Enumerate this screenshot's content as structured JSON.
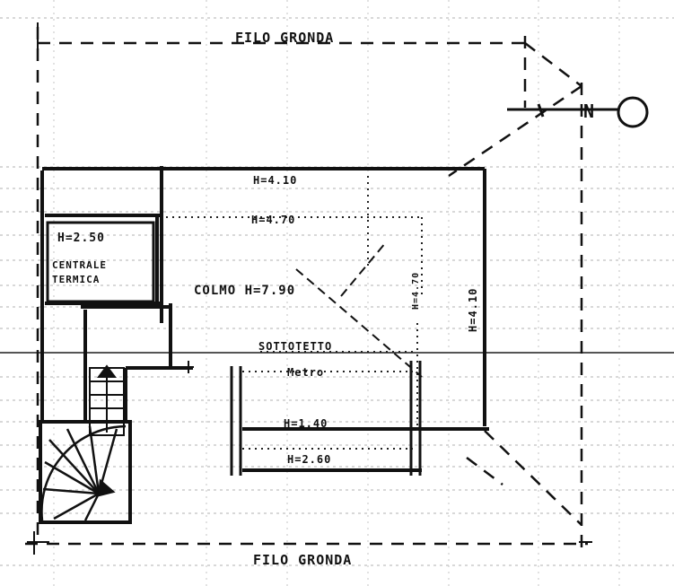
{
  "labels": {
    "top_edge": "FILO GRONDA",
    "bottom_edge": "FILO GRONDA",
    "north_letter": "N",
    "room_h1": "H=4.10",
    "room_h2": "H=4.70",
    "ridge": "COLMO H=7.90",
    "soffit": "SOTTOTETTO",
    "lower_h": "H=1.40",
    "lower_h2": "H=2.60",
    "small_label": "Metro",
    "thermal_h": "H=2.50",
    "thermal_name": "CENTRALE TERMICA",
    "right_h": "H=4.10",
    "inner_h": "H=4.70"
  },
  "colors": {
    "ink": "#111111",
    "grid": "#9a9a9a",
    "paper": "#ffffff"
  }
}
